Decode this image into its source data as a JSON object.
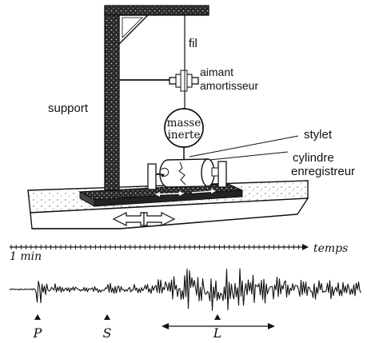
{
  "labels": {
    "fil": "fil",
    "aimant": "aimant",
    "amortisseur": "amortisseur",
    "support": "support",
    "masse": "masse",
    "inerte": "inerte",
    "stylet": "stylet",
    "cylindre": "cylindre",
    "enregistreur": "enregistreur"
  },
  "seismogram": {
    "scale_label": "1 min",
    "axis_label": "temps",
    "wave_markers": [
      "P",
      "S",
      "L"
    ]
  },
  "colors": {
    "ink": "#111111",
    "paper": "#ffffff"
  }
}
